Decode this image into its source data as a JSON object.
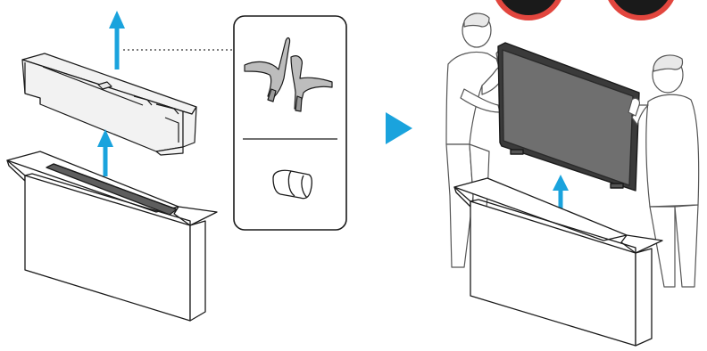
{
  "colors": {
    "line": "#1a1a1a",
    "foam_fill": "#f2f2f2",
    "arrow": "#1aa3dd",
    "tv_screen": "#6f6f6f",
    "warning_ring": "#e2463e",
    "warning_center": "#1a1a1a"
  },
  "icons": {
    "next_step": "play-triangle-icon",
    "lift_arrow": "up-arrow-icon",
    "warning": "prohibition-circle-icon"
  },
  "steps": [
    {
      "name": "unpack-components",
      "items": [
        "foam-insert",
        "tv-box",
        "stand-legs",
        "cable-holder"
      ]
    },
    {
      "name": "lift-tv-two-people",
      "items": [
        "person-left",
        "person-right",
        "tv-panel",
        "open-box"
      ]
    }
  ]
}
